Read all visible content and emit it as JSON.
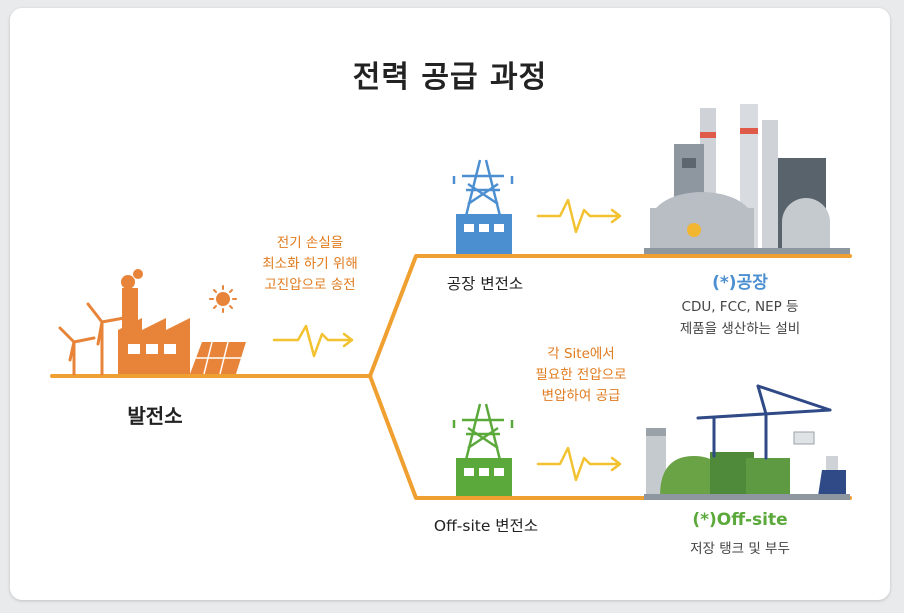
{
  "title": "전력 공급 과정",
  "power_plant": {
    "label": "발전소"
  },
  "transmission_note": [
    "전기 손실을",
    "최소화 하기 위해",
    "고진압으로 송전"
  ],
  "factory_branch": {
    "substation_label": "공장 변전소",
    "destination_label": "(*)공장",
    "destination_desc": [
      "CDU, FCC, NEP 등",
      "제품을 생산하는 설비"
    ]
  },
  "voltage_note": [
    "각 Site에서",
    "필요한 전압으로",
    "변압하여 공급"
  ],
  "offsite_branch": {
    "substation_label": "Off-site 변전소",
    "destination_label": "(*)Off-site",
    "destination_desc": [
      "저장 탱크 및 부두"
    ]
  },
  "colors": {
    "line": "#f0a030",
    "accent_orange": "#e8843a",
    "factory_blue": "#4b8fd1",
    "offsite_green": "#5aa93a",
    "pulse_yellow": "#f2c230"
  }
}
